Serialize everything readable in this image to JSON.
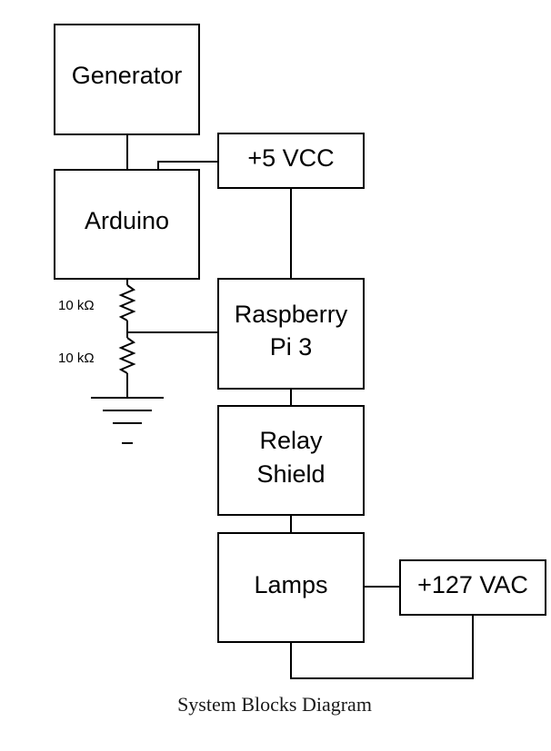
{
  "blocks": {
    "generator": "Generator",
    "arduino": "Arduino",
    "vcc": "+5 VCC",
    "raspberry_line1": "Raspberry",
    "raspberry_line2": "Pi 3",
    "relay_line1": "Relay",
    "relay_line2": "Shield",
    "lamps": "Lamps",
    "vac": "+127 VAC"
  },
  "resistors": {
    "r1": "10 kΩ",
    "r2": "10 kΩ"
  },
  "caption": "System Blocks Diagram"
}
